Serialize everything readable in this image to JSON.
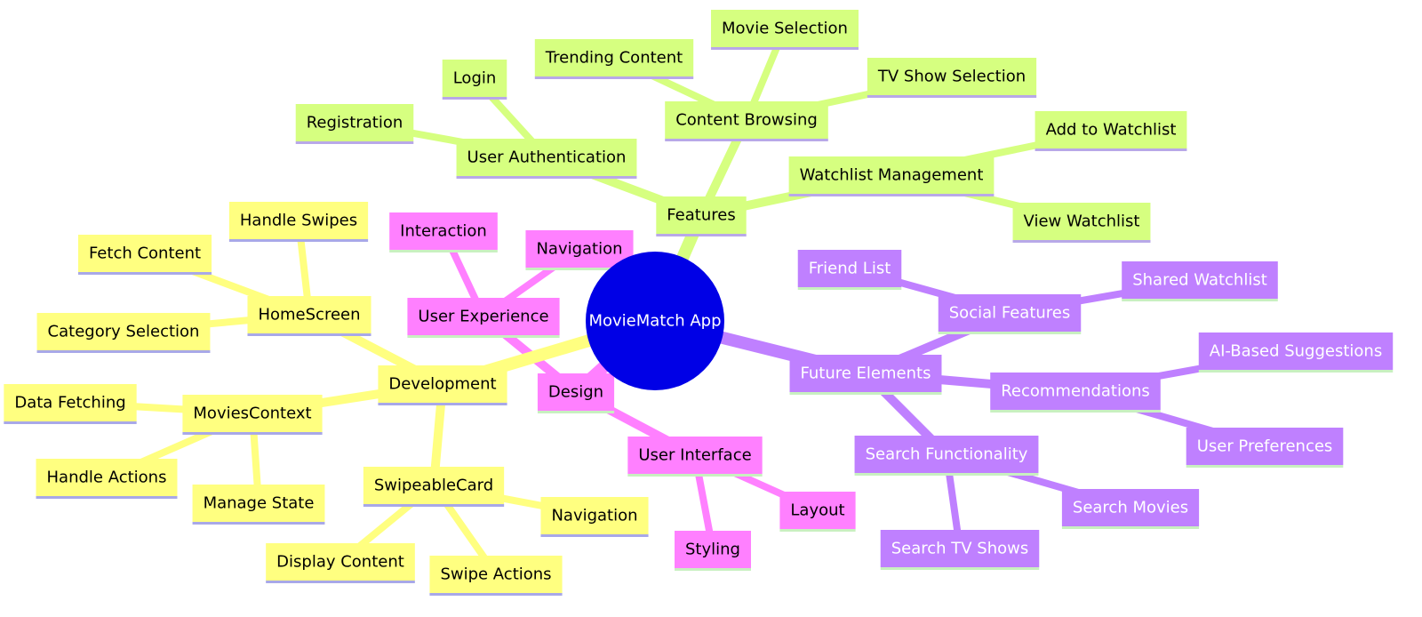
{
  "root": {
    "label": "MovieMatch App",
    "color": "#0000e6",
    "text_color": "#ffffff"
  },
  "branches": [
    {
      "key": "features",
      "label": "Features",
      "color": "#d6ff80",
      "line_color": "#d6ff80",
      "underline": "#b8a8e8",
      "text_color": "#000000",
      "children": [
        {
          "label": "User Authentication",
          "children": [
            {
              "label": "Login"
            },
            {
              "label": "Registration"
            }
          ]
        },
        {
          "label": "Content Browsing",
          "children": [
            {
              "label": "Trending Content"
            },
            {
              "label": "Movie Selection"
            },
            {
              "label": "TV Show Selection"
            }
          ]
        },
        {
          "label": "Watchlist Management",
          "children": [
            {
              "label": "Add to Watchlist"
            },
            {
              "label": "View Watchlist"
            }
          ]
        }
      ]
    },
    {
      "key": "future",
      "label": "Future Elements",
      "color": "#bf80ff",
      "line_color": "#bf80ff",
      "underline": "#c8f0c0",
      "text_color": "#ffffff",
      "children": [
        {
          "label": "Social Features",
          "children": [
            {
              "label": "Friend List"
            },
            {
              "label": "Shared Watchlist"
            }
          ]
        },
        {
          "label": "Recommendations",
          "children": [
            {
              "label": "AI-Based Suggestions"
            },
            {
              "label": "User Preferences"
            }
          ]
        },
        {
          "label": "Search Functionality",
          "children": [
            {
              "label": "Search Movies"
            },
            {
              "label": "Search TV Shows"
            }
          ]
        }
      ]
    },
    {
      "key": "design",
      "label": "Design",
      "color": "#ff80ff",
      "line_color": "#ff80ff",
      "underline": "#c8f0c0",
      "text_color": "#000000",
      "children": [
        {
          "label": "User Experience",
          "children": [
            {
              "label": "Interaction"
            },
            {
              "label": "Navigation"
            }
          ]
        },
        {
          "label": "User Interface",
          "children": [
            {
              "label": "Layout"
            },
            {
              "label": "Styling"
            }
          ]
        }
      ]
    },
    {
      "key": "development",
      "label": "Development",
      "color": "#ffff80",
      "line_color": "#ffff80",
      "underline": "#a8a8e8",
      "text_color": "#000000",
      "children": [
        {
          "label": "HomeScreen",
          "children": [
            {
              "label": "Handle Swipes"
            },
            {
              "label": "Fetch Content"
            },
            {
              "label": "Category Selection"
            }
          ]
        },
        {
          "label": "MoviesContext",
          "children": [
            {
              "label": "Data Fetching"
            },
            {
              "label": "Handle Actions"
            },
            {
              "label": "Manage State"
            }
          ]
        },
        {
          "label": "SwipeableCard",
          "children": [
            {
              "label": "Navigation"
            },
            {
              "label": "Display Content"
            },
            {
              "label": "Swipe Actions"
            }
          ]
        }
      ]
    }
  ]
}
